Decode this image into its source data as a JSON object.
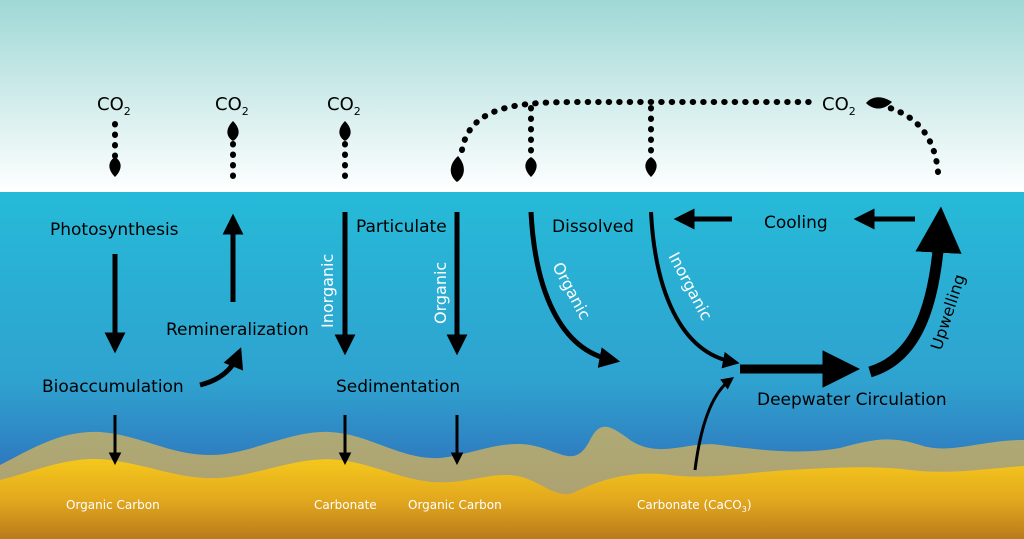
{
  "co2": {
    "main": "CO",
    "sub": "2"
  },
  "labels": {
    "photosynthesis": "Photosynthesis",
    "remineralization": "Remineralization",
    "bioaccumulation": "Bioaccumulation",
    "particulate": "Particulate",
    "sedimentation": "Sedimentation",
    "dissolved": "Dissolved",
    "cooling": "Cooling",
    "deepwater": "Deepwater Circulation",
    "inorganic": "Inorganic",
    "organic": "Organic",
    "upwelling": "Upwelling"
  },
  "sediments": {
    "organic_carbon_1": "Organic Carbon",
    "carbonate": "Carbonate",
    "organic_carbon_2": "Organic Carbon",
    "carbonate_caco3_main": "Carbonate (CaCO",
    "carbonate_caco3_sub": "3",
    "carbonate_caco3_end": ")"
  },
  "colors": {
    "sky_top": "#9fd8d6",
    "sky_bottom": "#ffffff",
    "ocean_top": "#2ab8d8",
    "ocean_bottom": "#2f5fb8",
    "sediment_light": "#d9b45a",
    "sediment_gold": "#f5c81c",
    "sediment_deep": "#c9891c"
  }
}
